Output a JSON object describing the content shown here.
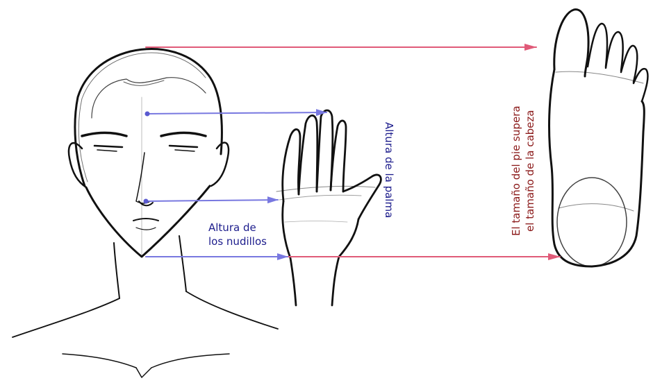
{
  "colors": {
    "annotation_blue": "#1c1c8c",
    "annotation_red": "#8b1a1a",
    "arrow_blue": "#7878e0",
    "arrow_red": "#e05a78",
    "sketch": "#111111"
  },
  "labels": {
    "knuckle_line1": "Altura de",
    "knuckle_line2": "los nudillos",
    "palm": "Altura de la palma",
    "foot_line1": "El tamaño del pie supera",
    "foot_line2": "el tamaño de la cabeza"
  }
}
